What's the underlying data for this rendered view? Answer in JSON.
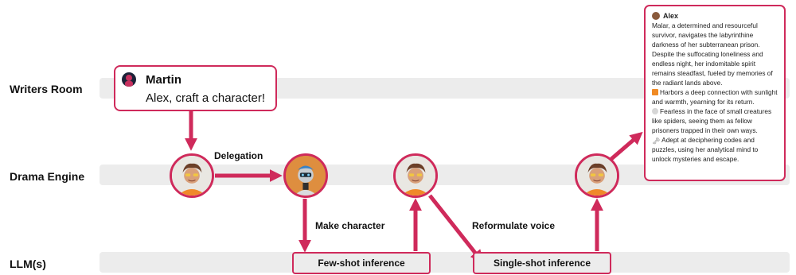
{
  "lanes": {
    "writers_room": "Writers Room",
    "drama_engine": "Drama Engine",
    "llms": "LLM(s)"
  },
  "martin": {
    "name": "Martin",
    "message": "Alex, craft a character!"
  },
  "edges": {
    "delegation": "Delegation",
    "make_character": "Make character",
    "reformulate_voice": "Reformulate voice"
  },
  "inference": {
    "few_shot": "Few-shot inference",
    "single_shot": "Single-shot inference"
  },
  "alex_card": {
    "name": "Alex",
    "description": "Malar, a determined and resourceful survivor, navigates the labyrinthine darkness of her subterranean prison. Despite the suffocating loneliness and endless night, her indomitable spirit remains steadfast, fueled by memories of the radiant lands above.",
    "traits": [
      {
        "icon": "sun-icon",
        "text": "Harbors a deep connection with sunlight and warmth, yearning for its return."
      },
      {
        "icon": "spider-icon",
        "text": "Fearless in the face of small creatures like spiders, seeing them as fellow prisoners trapped in their own ways."
      },
      {
        "icon": "key-icon",
        "text": "Adept at deciphering codes and puzzles, using her analytical mind to unlock mysteries and escape."
      }
    ]
  },
  "colors": {
    "accent": "#cf2a5b",
    "lane": "#ececec"
  }
}
